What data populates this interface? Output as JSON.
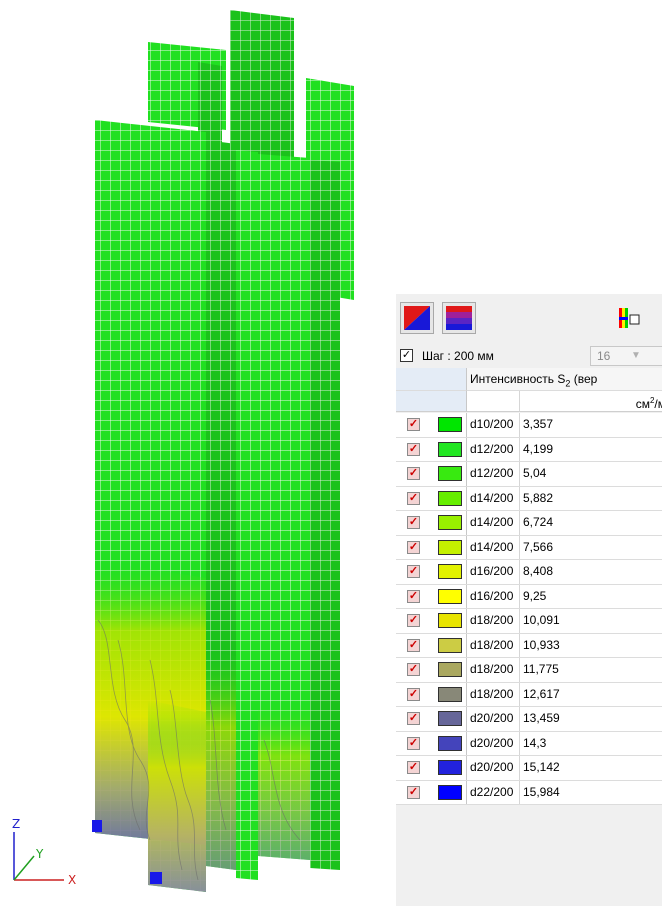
{
  "axes": {
    "z": "Z",
    "y": "Y",
    "x": "X"
  },
  "toolbar": {
    "btn_scale_red_blue_icon": "red-blue-scale-icon",
    "btn_scale_gradient_icon": "gradient-scale-icon",
    "btn_palette_icon": "palette-icon"
  },
  "step": {
    "checked": true,
    "label": "Шаг : 200 мм",
    "count_value": "16"
  },
  "table": {
    "header_intensity": "Интенсивность S",
    "header_sub": "2",
    "header_tail": " (вер",
    "unit": "см",
    "unit_sup": "2",
    "unit_tail": "/м",
    "rows": [
      {
        "name": "d10/200",
        "value": "3,357",
        "color": "#00e600"
      },
      {
        "name": "d12/200",
        "value": "4,199",
        "color": "#22e622"
      },
      {
        "name": "d12/200",
        "value": "5,04",
        "color": "#38ea10"
      },
      {
        "name": "d14/200",
        "value": "5,882",
        "color": "#66ee00"
      },
      {
        "name": "d14/200",
        "value": "6,724",
        "color": "#99f000"
      },
      {
        "name": "d14/200",
        "value": "7,566",
        "color": "#c4f000"
      },
      {
        "name": "d16/200",
        "value": "8,408",
        "color": "#e2f200"
      },
      {
        "name": "d16/200",
        "value": "9,25",
        "color": "#ffff00"
      },
      {
        "name": "d18/200",
        "value": "10,091",
        "color": "#e8e400"
      },
      {
        "name": "d18/200",
        "value": "10,933",
        "color": "#cccc44"
      },
      {
        "name": "d18/200",
        "value": "11,775",
        "color": "#aaa860"
      },
      {
        "name": "d18/200",
        "value": "12,617",
        "color": "#888878"
      },
      {
        "name": "d20/200",
        "value": "13,459",
        "color": "#666699"
      },
      {
        "name": "d20/200",
        "value": "14,3",
        "color": "#4444bb"
      },
      {
        "name": "d20/200",
        "value": "15,142",
        "color": "#2222dd"
      },
      {
        "name": "d22/200",
        "value": "15,984",
        "color": "#0000ff"
      }
    ]
  }
}
